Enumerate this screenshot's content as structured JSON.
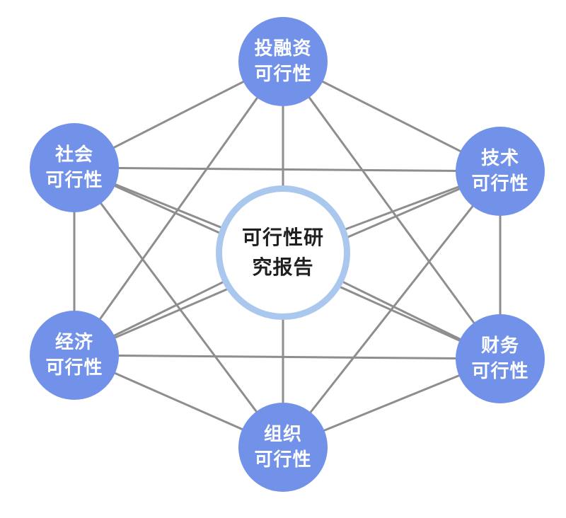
{
  "diagram": {
    "title_hint": "feasibility-study-diagram",
    "center": {
      "id": "report",
      "label": "可行性研\n究报告"
    },
    "nodes": [
      {
        "id": "investment",
        "label": "投融资\n可行性"
      },
      {
        "id": "technical",
        "label": "技术\n可行性"
      },
      {
        "id": "financial",
        "label": "财务\n可行性"
      },
      {
        "id": "organization",
        "label": "组织\n可行性"
      },
      {
        "id": "economic",
        "label": "经济\n可行性"
      },
      {
        "id": "social",
        "label": "社会\n可行性"
      }
    ],
    "edges": [
      [
        "investment",
        "technical"
      ],
      [
        "technical",
        "financial"
      ],
      [
        "financial",
        "organization"
      ],
      [
        "organization",
        "economic"
      ],
      [
        "economic",
        "social"
      ],
      [
        "social",
        "investment"
      ],
      [
        "investment",
        "financial"
      ],
      [
        "investment",
        "economic"
      ],
      [
        "technical",
        "organization"
      ],
      [
        "technical",
        "social"
      ],
      [
        "financial",
        "economic"
      ],
      [
        "organization",
        "social"
      ],
      [
        "investment",
        "organization"
      ],
      [
        "technical",
        "economic"
      ],
      [
        "financial",
        "social"
      ],
      [
        "report",
        "investment"
      ],
      [
        "report",
        "technical"
      ],
      [
        "report",
        "financial"
      ],
      [
        "report",
        "organization"
      ],
      [
        "report",
        "economic"
      ],
      [
        "report",
        "social"
      ]
    ],
    "line_width": 3,
    "colors": {
      "node_fill": "#7292ea",
      "node_text": "#ffffff",
      "center_fill": "#ffffff",
      "center_border": "#aac8ee",
      "center_text": "#1f1f1f",
      "line": "#8e8e8e"
    }
  }
}
